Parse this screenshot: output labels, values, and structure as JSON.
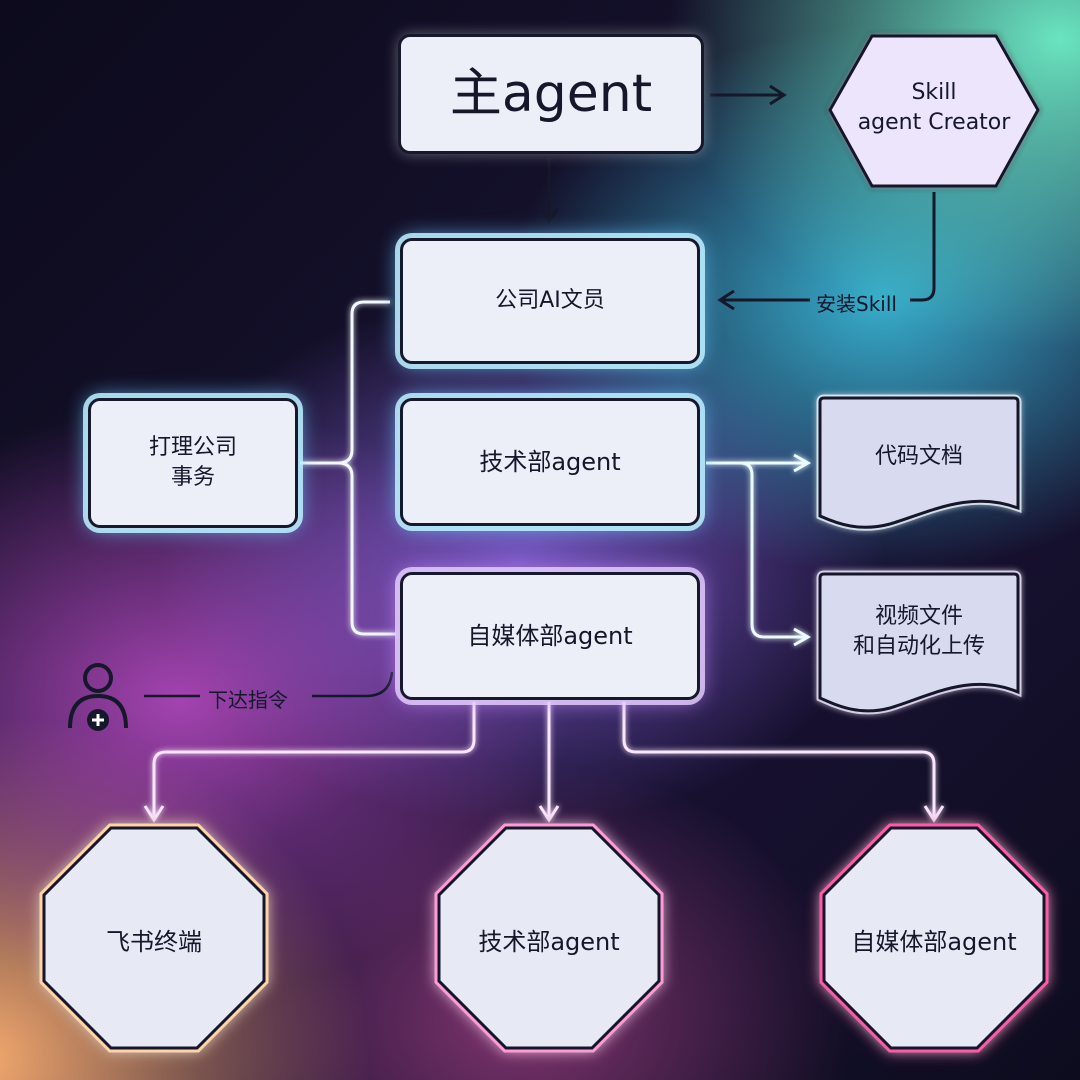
{
  "main_agent": "主agent",
  "skill_creator": "Skill\nagent Creator",
  "install_skill": "安装Skill",
  "company_ai_clerk": "公司AI文员",
  "manage_affairs": "打理公司\n事务",
  "tech_dept_agent": "技术部agent",
  "media_dept_agent": "自媒体部agent",
  "code_docs": "代码文档",
  "video_files": "视频文件\n和自动化上传",
  "issue_command": "下达指令",
  "terminals": [
    "飞书终端",
    "技术部agent",
    "自媒体部agent"
  ],
  "colors": {
    "node_fill": "#eceef8",
    "node_border": "#16182c",
    "wire_cyan": "#e6fbff",
    "wire_purple": "#f3e6ff",
    "octagon_orange_glow": "#ffd3a8",
    "octagon_pink_glow": "#ff9ad6",
    "octagon_magenta_glow": "#ff5aa8",
    "hexagon_fill": "#ece5fb"
  },
  "icons": [
    "user-add-icon"
  ]
}
